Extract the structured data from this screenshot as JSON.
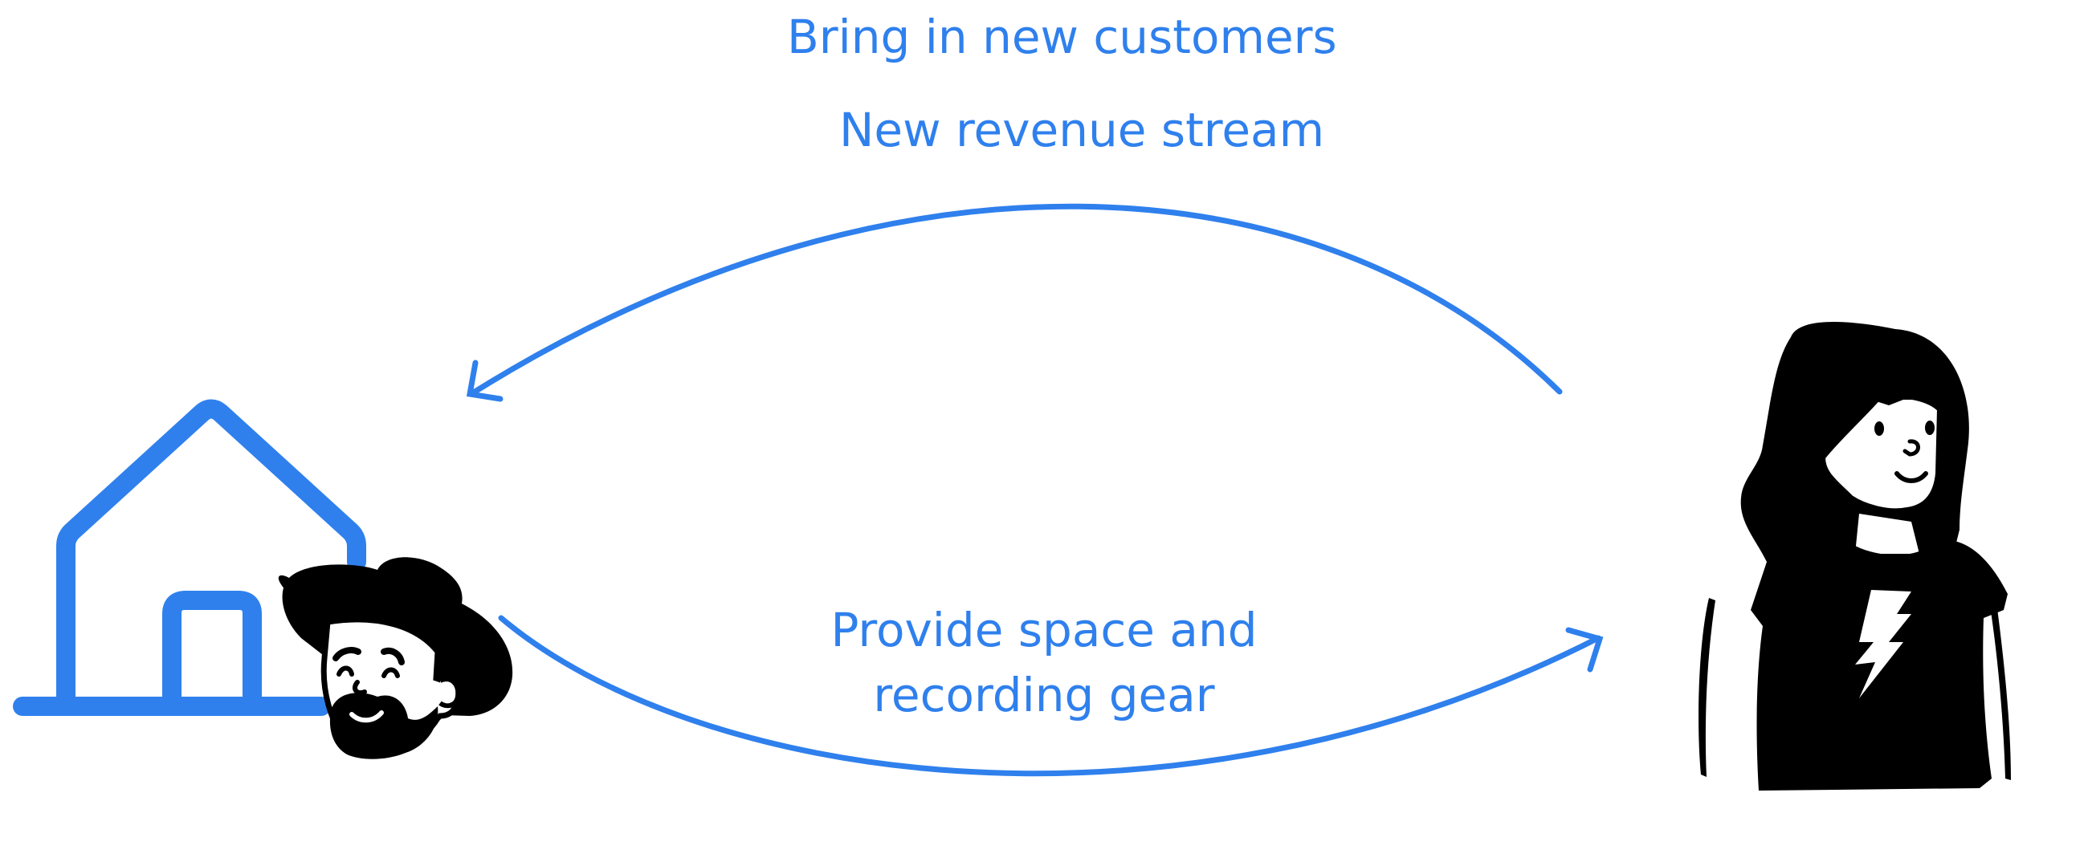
{
  "labels": {
    "top_line_1": "Bring in new customers",
    "top_line_2": "New revenue stream",
    "bottom_line_1": "Provide space and",
    "bottom_line_2": "recording gear"
  },
  "colors": {
    "accent": "#2f80ed",
    "ink": "#000000",
    "background": "#ffffff"
  },
  "icons": [
    "house-icon",
    "bearded-man-illustration",
    "woman-illustration",
    "arrow-left-curve",
    "arrow-right-curve"
  ]
}
